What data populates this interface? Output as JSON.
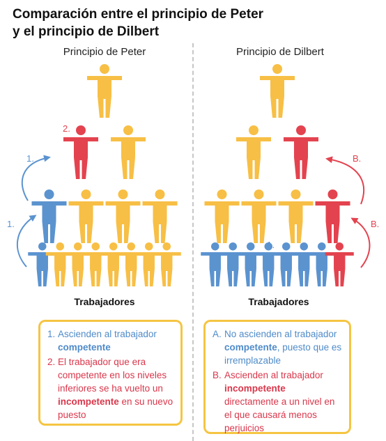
{
  "title": [
    "Comparación entre el principio de Peter",
    "y el principio de Dilbert"
  ],
  "colors": {
    "blue": "#5b93cf",
    "yellow": "#f7bf45",
    "red": "#e3434f",
    "box": "#f5c542",
    "divider": "#c6c6c6"
  },
  "peter": {
    "heading": "Principio de Peter",
    "label_2": "2.",
    "label_1_top": "1.",
    "label_1_bottom": "1.",
    "workers_label": "Trabajadores",
    "levels": [
      [
        "yellow"
      ],
      [
        "red",
        "yellow"
      ],
      [
        "blue",
        "yellow",
        "yellow",
        "yellow"
      ],
      [
        "blue",
        "yellow",
        "yellow",
        "yellow",
        "yellow",
        "yellow",
        "yellow",
        "yellow"
      ]
    ],
    "notes": [
      {
        "num": "1.",
        "parts": [
          {
            "text": "Ascienden al trabajador ",
            "color": "blue",
            "bold": false
          },
          {
            "text": "competente",
            "color": "blue",
            "bold": true
          }
        ]
      },
      {
        "num": "2.",
        "parts": [
          {
            "text": "El trabajador que era competente en los niveles inferiores se ha vuelto un ",
            "color": "red",
            "bold": false
          },
          {
            "text": "incompetente",
            "color": "red",
            "bold": true
          },
          {
            "text": " en su nuevo puesto",
            "color": "red",
            "bold": false
          }
        ]
      }
    ]
  },
  "dilbert": {
    "heading": "Principio de Dilbert",
    "label_a": "A.",
    "label_b_top": "B.",
    "label_b_bottom": "B.",
    "workers_label": "Trabajadores",
    "levels": [
      [
        "yellow"
      ],
      [
        "yellow",
        "red"
      ],
      [
        "yellow",
        "yellow",
        "yellow",
        "red"
      ],
      [
        "blue",
        "blue",
        "blue",
        "blue",
        "blue",
        "blue",
        "blue",
        "red"
      ]
    ],
    "notes": [
      {
        "num": "A.",
        "parts": [
          {
            "text": "No ascienden al trabajador ",
            "color": "blue",
            "bold": false
          },
          {
            "text": "competente",
            "color": "blue",
            "bold": true
          },
          {
            "text": ", puesto que es irremplazable",
            "color": "blue",
            "bold": false
          }
        ]
      },
      {
        "num": "B.",
        "parts": [
          {
            "text": "Ascienden al trabajador ",
            "color": "red",
            "bold": false
          },
          {
            "text": "incompetente",
            "color": "red",
            "bold": true
          },
          {
            "text": " directamente a un nivel en el que causará menos perjuicios",
            "color": "red",
            "bold": false
          }
        ]
      }
    ]
  }
}
